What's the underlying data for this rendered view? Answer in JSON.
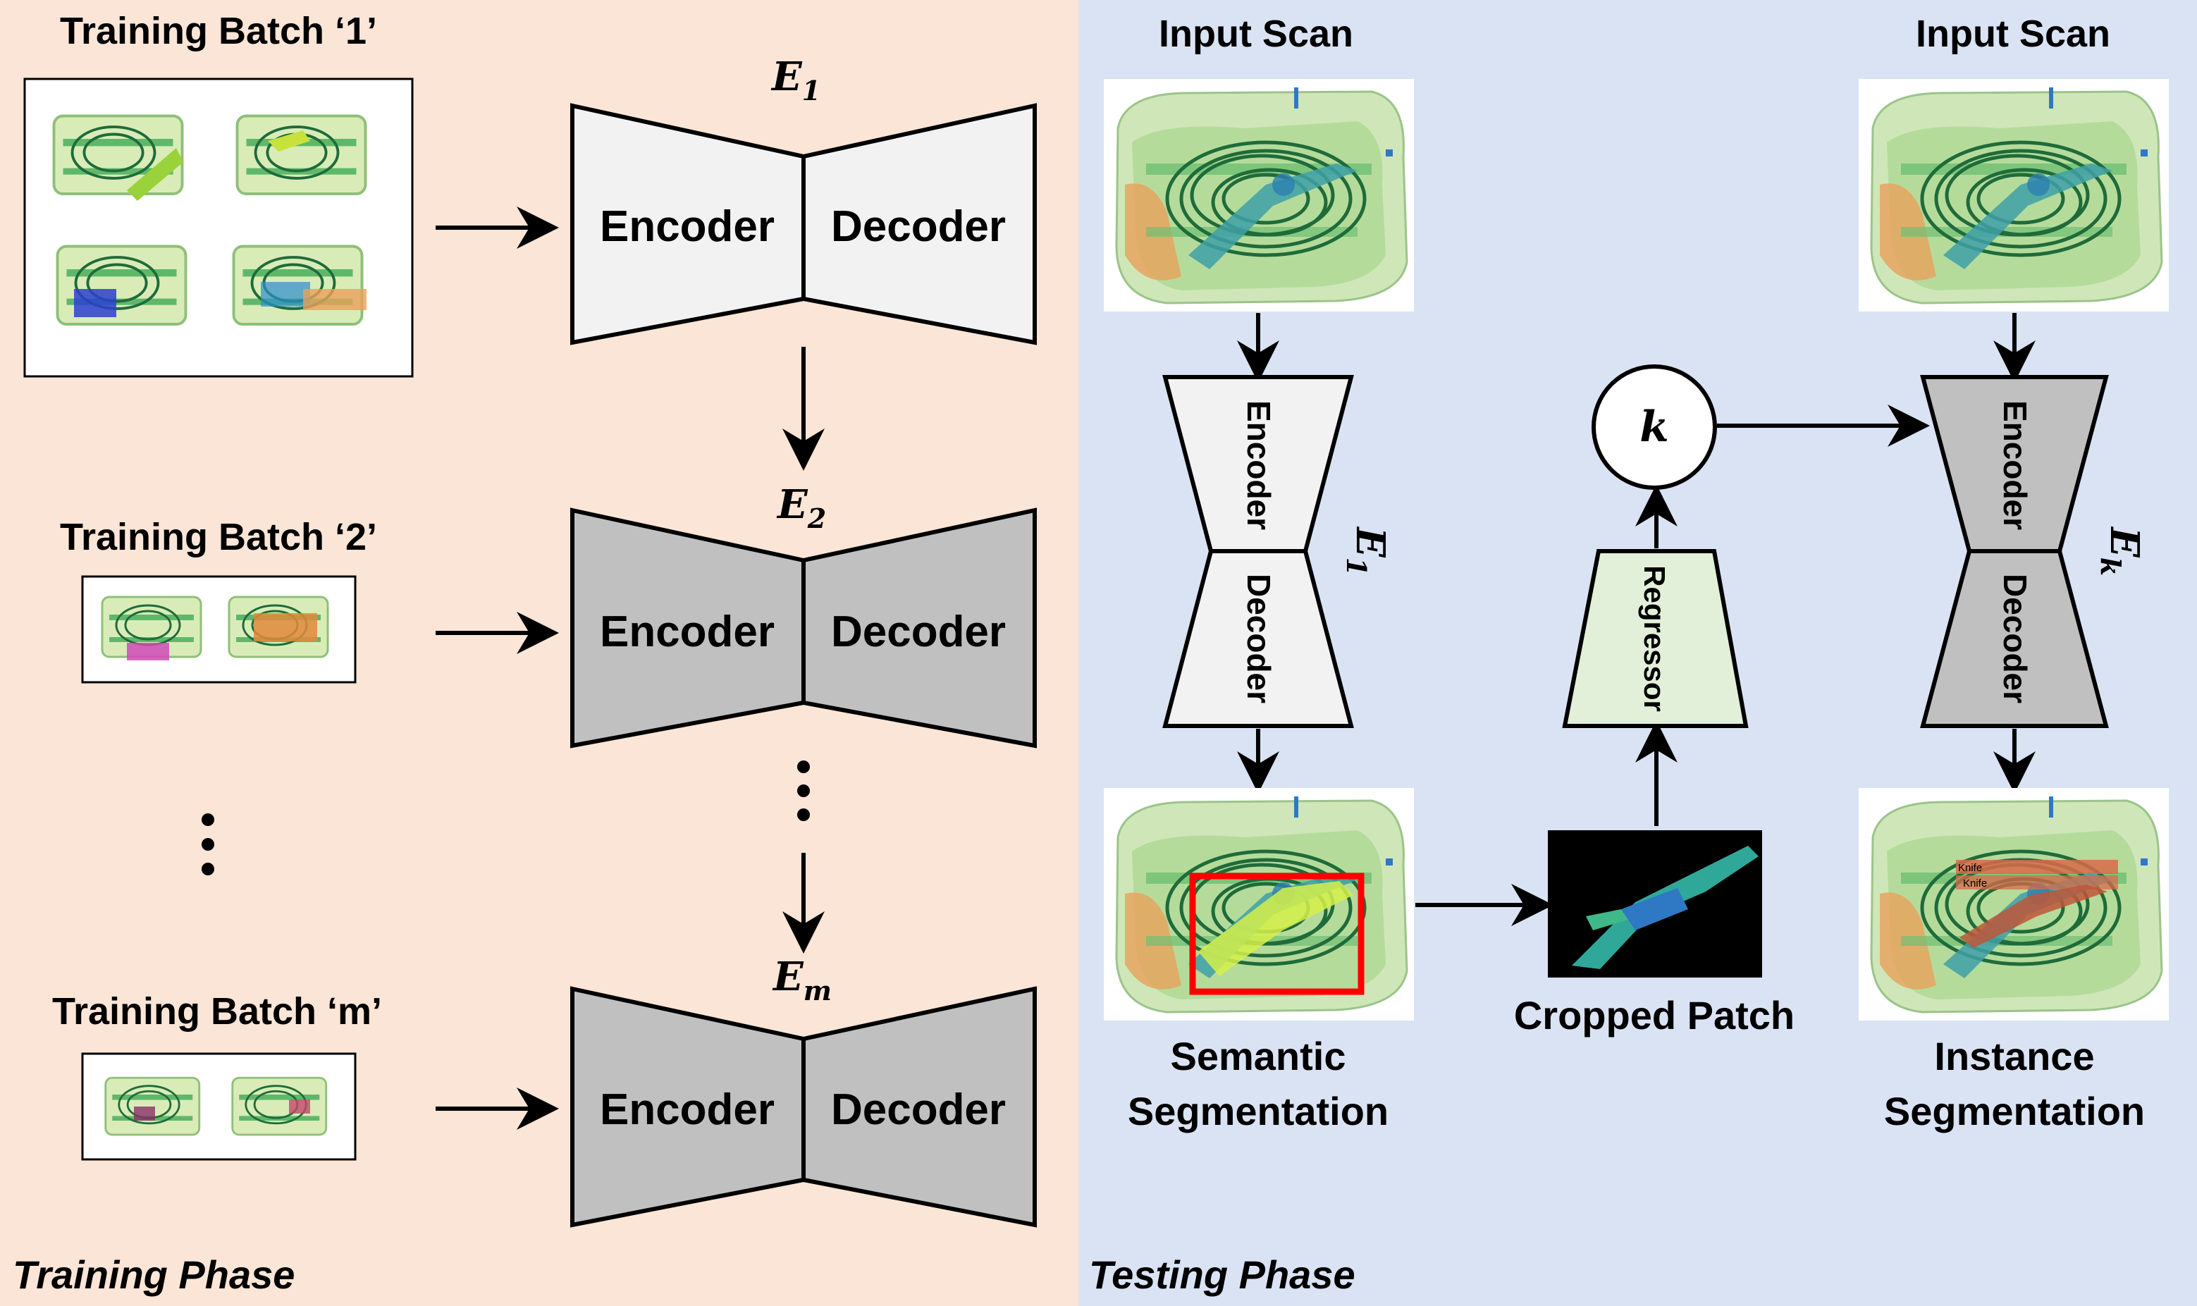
{
  "training": {
    "phase_label": "Training Phase",
    "batch_1_label": "Training Batch ‘1’",
    "batch_2_label": "Training Batch ‘2’",
    "batch_m_label": "Training Batch ‘m’",
    "encoder_label": "Encoder",
    "decoder_label": "Decoder",
    "model_1": {
      "symbol": "E",
      "subscript": "1"
    },
    "model_2": {
      "symbol": "E",
      "subscript": "2"
    },
    "model_m": {
      "symbol": "E",
      "subscript": "m"
    }
  },
  "testing": {
    "phase_label": "Testing Phase",
    "input_scan_label": "Input Scan",
    "encoder_label": "Encoder",
    "decoder_label": "Decoder",
    "regressor_label": "Regressor",
    "k_label": "k",
    "model_e1": {
      "symbol": "E",
      "subscript": "1"
    },
    "model_ek": {
      "symbol": "E",
      "subscript": "k"
    },
    "semantic_label_line1": "Semantic",
    "semantic_label_line2": "Segmentation",
    "cropped_patch_label": "Cropped Patch",
    "instance_label_line1": "Instance",
    "instance_label_line2": "Segmentation",
    "instance_tags": [
      "Knife",
      "Knife"
    ]
  },
  "colors": {
    "training_bg": "#fbe5d6",
    "testing_bg": "#dae3f3",
    "encdec_light": "#f2f2f2",
    "encdec_dark": "#c0c0c0",
    "regressor": "#e2f0d9",
    "crop_box": "#ff0000"
  }
}
